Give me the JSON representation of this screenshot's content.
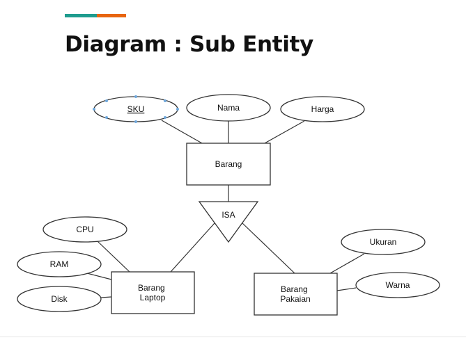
{
  "slide": {
    "title": "Diagram : Sub Entity"
  },
  "colors": {
    "accent_teal": "#1f9c8e",
    "accent_orange": "#e8650f"
  },
  "diagram": {
    "entities": {
      "barang": "Barang",
      "laptop": [
        "Barang",
        "Laptop"
      ],
      "pakaian": [
        "Barang",
        "Pakaian"
      ]
    },
    "isa_label": "ISA",
    "attributes": {
      "sku": "SKU",
      "nama": "Nama",
      "harga": "Harga",
      "cpu": "CPU",
      "ram": "RAM",
      "disk": "Disk",
      "ukuran": "Ukuran",
      "warna": "Warna"
    },
    "key_attribute": "SKU"
  }
}
